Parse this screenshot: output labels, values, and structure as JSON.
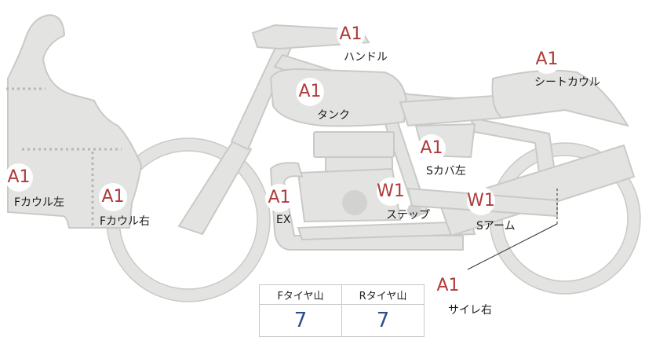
{
  "labels": [
    {
      "id": "handle",
      "code": "A1",
      "part": "ハンドル"
    },
    {
      "id": "tank",
      "code": "A1",
      "part": "タンク"
    },
    {
      "id": "seat-cowl",
      "code": "A1",
      "part": "シートカウル"
    },
    {
      "id": "s-cover-l",
      "code": "A1",
      "part": "Sカバ左"
    },
    {
      "id": "f-cowl-l",
      "code": "A1",
      "part": "Fカウル左"
    },
    {
      "id": "f-cowl-r",
      "code": "A1",
      "part": "Fカウル右"
    },
    {
      "id": "ex",
      "code": "A1",
      "part": "EX"
    },
    {
      "id": "step",
      "code": "W1",
      "part": "ステップ"
    },
    {
      "id": "s-arm",
      "code": "W1",
      "part": "Sアーム"
    },
    {
      "id": "side-r",
      "code": "A1",
      "part": "サイレ右"
    }
  ],
  "tread": {
    "front_header": "Fタイヤ山",
    "rear_header": "Rタイヤ山",
    "front_value": "7",
    "rear_value": "7"
  },
  "colors": {
    "code_text": "#b03a3a",
    "tread_value": "#2b4f8c",
    "part_fill": "#e3e3e1",
    "part_stroke": "#c9c9c6"
  }
}
